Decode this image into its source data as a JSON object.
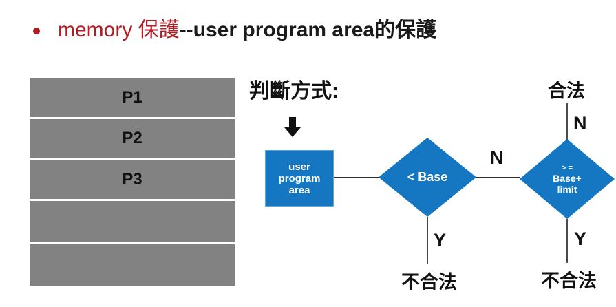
{
  "title": {
    "bullet": "•",
    "red_part": "memory 保護",
    "black_part": "--user program area的保護"
  },
  "memory_table": {
    "rows": [
      "P1",
      "P2",
      "P3",
      "",
      ""
    ]
  },
  "flowchart": {
    "heading": "判斷方式:",
    "process_box": {
      "lines": [
        "user",
        "program",
        "area"
      ]
    },
    "diamond_base": {
      "label": "< Base"
    },
    "diamond_limit": {
      "lines": [
        "> =",
        "Base+",
        "limit"
      ]
    },
    "labels": {
      "n_mid": "N",
      "y_left": "Y",
      "illegal_left": "不合法",
      "legal_top": "合法",
      "n_right": "N",
      "y_right": "Y",
      "illegal_right": "不合法"
    }
  },
  "colors": {
    "title_red": "#b01e23",
    "shape_blue": "#1577c1",
    "table_gray": "#828282",
    "line_dark": "#2e2e2e",
    "text_black": "#111111"
  }
}
